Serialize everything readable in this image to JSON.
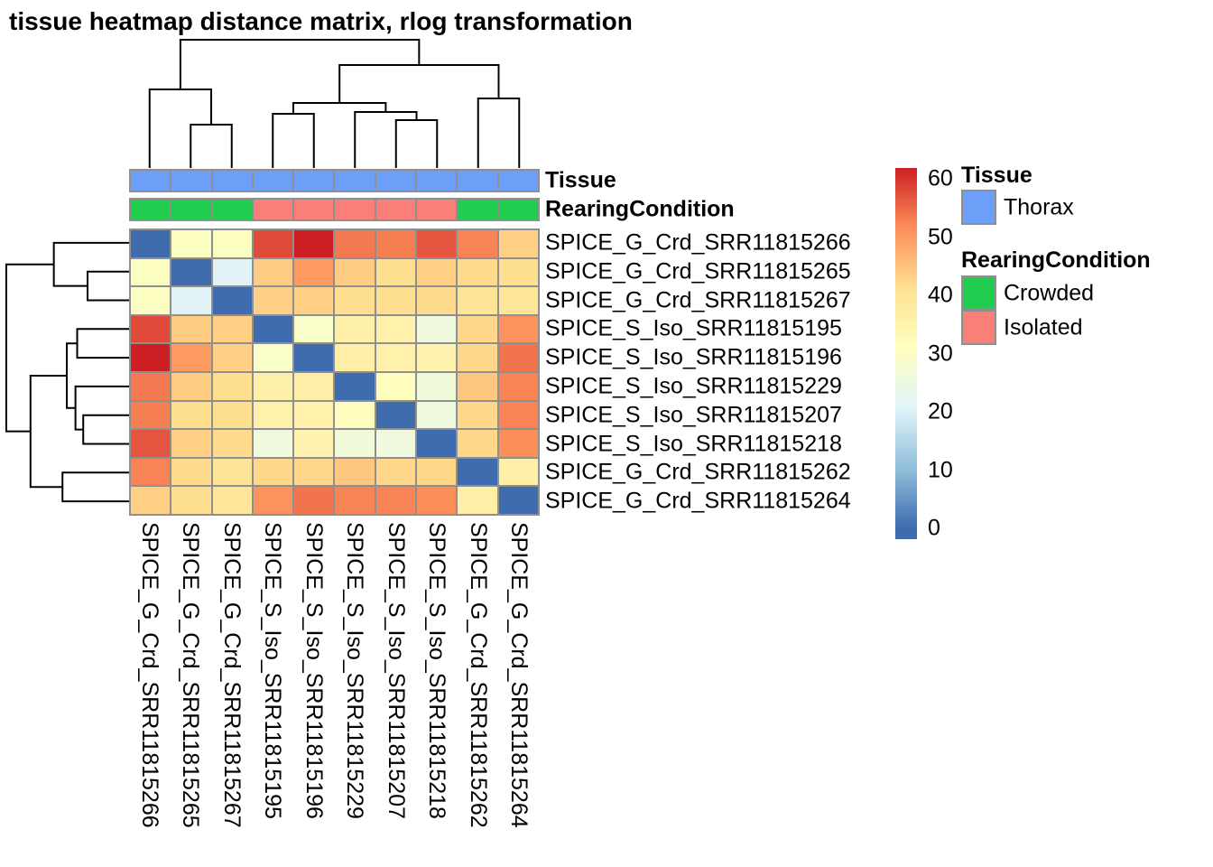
{
  "title": "tissue heatmap distance matrix, rlog transformation",
  "annotation_tracks": [
    {
      "label": "Tissue"
    },
    {
      "label": "RearingCondition"
    }
  ],
  "legend": {
    "tissue_header": "Tissue",
    "tissue_items": [
      {
        "label": "Thorax",
        "color": "#6D9EF8"
      }
    ],
    "rearing_header": "RearingCondition",
    "rearing_items": [
      {
        "label": "Crowded",
        "color": "#22CC4E"
      },
      {
        "label": "Isolated",
        "color": "#F98078"
      }
    ]
  },
  "chart_data": {
    "type": "heatmap",
    "title": "tissue heatmap distance matrix, rlog transformation",
    "rows": [
      "SPICE_G_Crd_SRR11815266",
      "SPICE_G_Crd_SRR11815265",
      "SPICE_G_Crd_SRR11815267",
      "SPICE_S_Iso_SRR11815195",
      "SPICE_S_Iso_SRR11815196",
      "SPICE_S_Iso_SRR11815229",
      "SPICE_S_Iso_SRR11815207",
      "SPICE_S_Iso_SRR11815218",
      "SPICE_G_Crd_SRR11815262",
      "SPICE_G_Crd_SRR11815264"
    ],
    "cols": [
      "SPICE_G_Crd_SRR11815266",
      "SPICE_G_Crd_SRR11815265",
      "SPICE_G_Crd_SRR11815267",
      "SPICE_S_Iso_SRR11815195",
      "SPICE_S_Iso_SRR11815196",
      "SPICE_S_Iso_SRR11815229",
      "SPICE_S_Iso_SRR11815207",
      "SPICE_S_Iso_SRR11815218",
      "SPICE_G_Crd_SRR11815262",
      "SPICE_G_Crd_SRR11815264"
    ],
    "matrix": [
      [
        0,
        30.5,
        30.5,
        58,
        62,
        53.5,
        53,
        57,
        52.5,
        43.5
      ],
      [
        30.5,
        0,
        21,
        44,
        50,
        44,
        41.5,
        43.5,
        42,
        41.5
      ],
      [
        30.5,
        21,
        0,
        43.5,
        43.5,
        41.5,
        41.5,
        42,
        40,
        39.5
      ],
      [
        58,
        44,
        43.5,
        0,
        29,
        36,
        35.5,
        26,
        42.5,
        51
      ],
      [
        62,
        50,
        43.5,
        29,
        0,
        36.5,
        35.5,
        34.5,
        42.5,
        54
      ],
      [
        53.5,
        44,
        41.5,
        36,
        36.5,
        0,
        31.5,
        26.5,
        44.5,
        52.5
      ],
      [
        53,
        41.5,
        41.5,
        35.5,
        35.5,
        31.5,
        0,
        25.5,
        42.5,
        52.5
      ],
      [
        57,
        43.5,
        42,
        26,
        34.5,
        26.5,
        25.5,
        0,
        42.5,
        51.5
      ],
      [
        52.5,
        42,
        40,
        42.5,
        42.5,
        44.5,
        42.5,
        42.5,
        0,
        36.5
      ],
      [
        43.5,
        41.5,
        39.5,
        51,
        54,
        52.5,
        52.5,
        51.5,
        36.5,
        0
      ]
    ],
    "color_scale": {
      "min": 0,
      "max": 62,
      "ticks": [
        0,
        10,
        20,
        30,
        40,
        50,
        60
      ],
      "palette": [
        {
          "v": 0,
          "c": "#3E6CAF"
        },
        {
          "v": 10.33,
          "c": "#91BFDB"
        },
        {
          "v": 20.67,
          "c": "#E0F3F8"
        },
        {
          "v": 31,
          "c": "#FFFFBF"
        },
        {
          "v": 41.33,
          "c": "#FEE090"
        },
        {
          "v": 51.67,
          "c": "#FC8D59"
        },
        {
          "v": 62,
          "c": "#CC2025"
        }
      ]
    },
    "column_annotations": {
      "Tissue": [
        "Thorax",
        "Thorax",
        "Thorax",
        "Thorax",
        "Thorax",
        "Thorax",
        "Thorax",
        "Thorax",
        "Thorax",
        "Thorax"
      ],
      "RearingCondition": [
        "Crowded",
        "Crowded",
        "Crowded",
        "Isolated",
        "Isolated",
        "Isolated",
        "Isolated",
        "Isolated",
        "Crowded",
        "Crowded"
      ]
    },
    "annotation_colors": {
      "Thorax": "#6D9EF8",
      "Crowded": "#22CC4E",
      "Isolated": "#F98078"
    },
    "dendrogram": {
      "merges": [
        {
          "id": "m23",
          "a": "L2",
          "b": "L3",
          "h": 48
        },
        {
          "id": "m123",
          "a": "L1",
          "b": "m23",
          "h": 87
        },
        {
          "id": "m45",
          "a": "L4",
          "b": "L5",
          "h": 60
        },
        {
          "id": "m78",
          "a": "L7",
          "b": "L8",
          "h": 53
        },
        {
          "id": "m678",
          "a": "L6",
          "b": "m78",
          "h": 62
        },
        {
          "id": "mB",
          "a": "m45",
          "b": "m678",
          "h": 72
        },
        {
          "id": "m910",
          "a": "L9",
          "b": "L10",
          "h": 77
        },
        {
          "id": "mBC",
          "a": "mB",
          "b": "m910",
          "h": 114
        },
        {
          "id": "root",
          "a": "m123",
          "b": "mBC",
          "h": 142
        }
      ]
    }
  }
}
